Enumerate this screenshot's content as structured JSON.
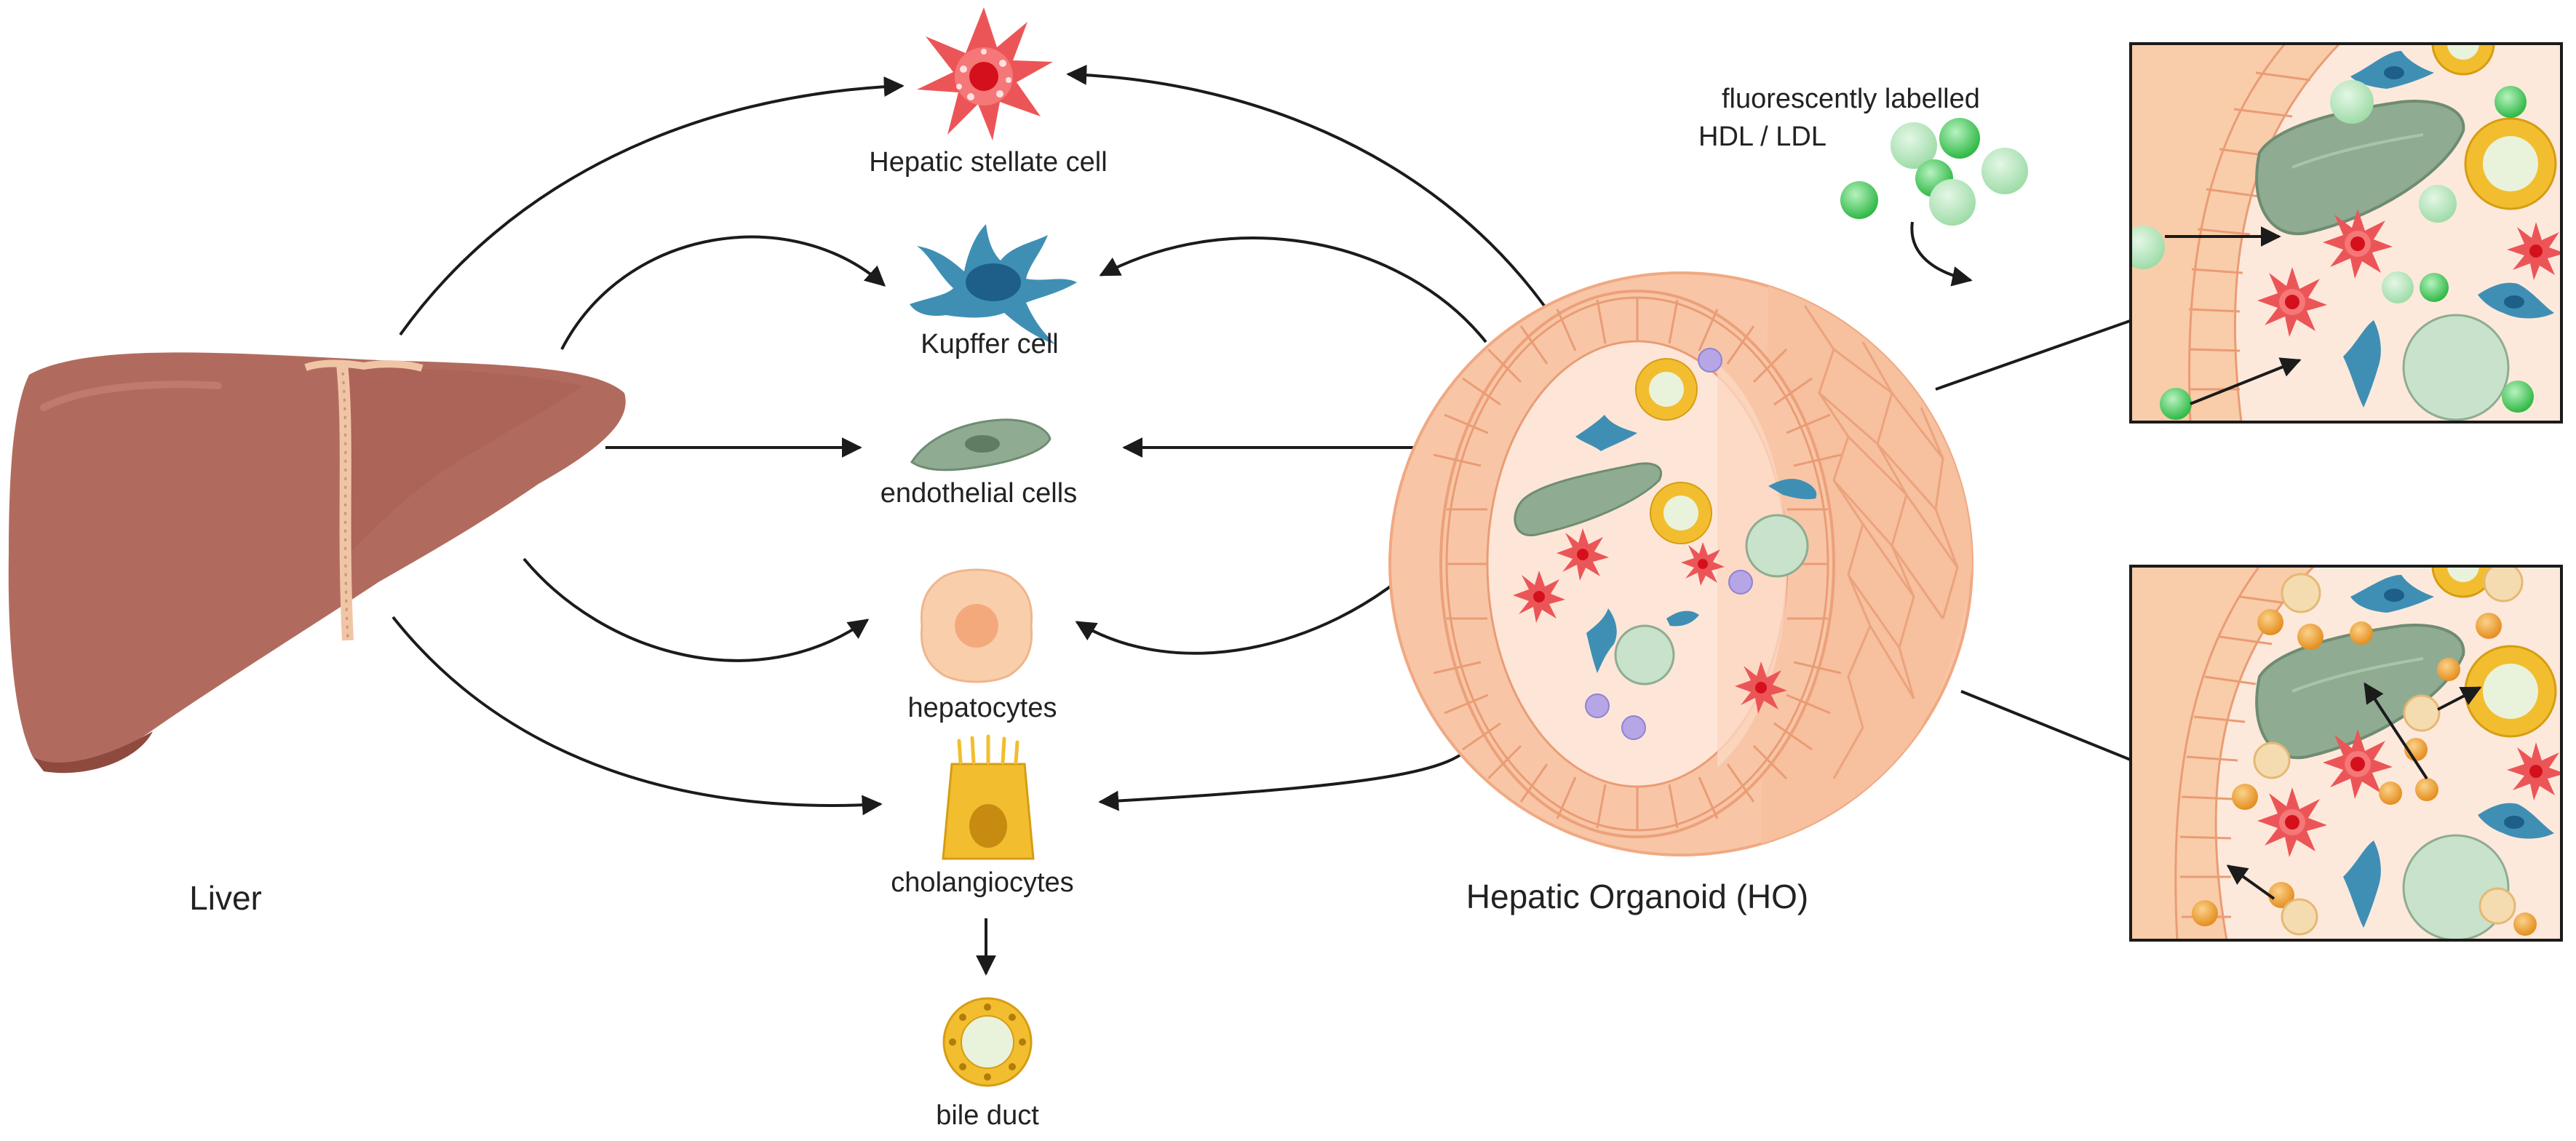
{
  "labels": {
    "liver": "Liver",
    "organoid": "Hepatic Organoid (HO)",
    "stellate": "Hepatic stellate cell",
    "kupffer": "Kupffer cell",
    "endothelial": "endothelial cells",
    "hepatocytes": "hepatocytes",
    "cholangiocytes": "cholangiocytes",
    "bile_duct": "bile duct",
    "lipo_line1": "fluorescently labelled",
    "lipo_line2": "HDL / LDL"
  },
  "colors": {
    "liver": "#b06a5c",
    "organoid_shell": "#f8c8a8",
    "organoid_inner": "#fde8dc",
    "stellate": "#e8474a",
    "kupffer": "#3f8fb4",
    "endothelial": "#8fac92",
    "hepatocyte": "#f8caa6",
    "cholangiocyte": "#f2be2f",
    "lipoprotein": "#35c24b",
    "orange_particle": "#f0a33a"
  }
}
